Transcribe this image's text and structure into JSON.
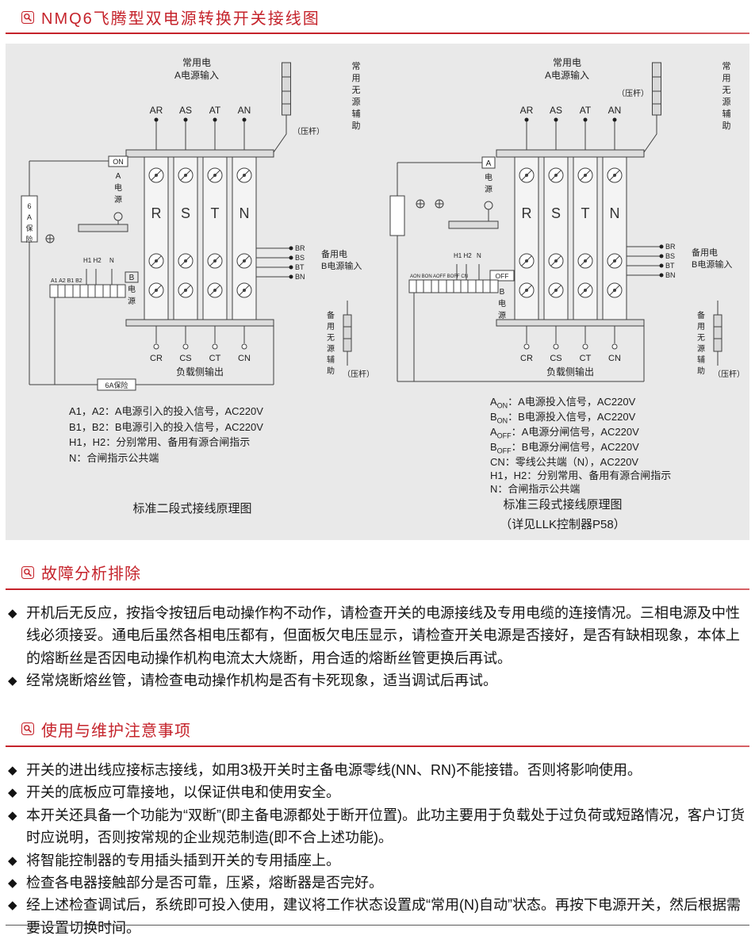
{
  "page_title": "NMQ6飞腾型双电源转换开关接线图",
  "bullet": "◆",
  "diagrams": {
    "left": {
      "source_label": [
        "常用电",
        "A电源输入"
      ],
      "top_terminals": [
        "AR",
        "AS",
        "AT",
        "AN"
      ],
      "phases": [
        "R",
        "S",
        "T",
        "N"
      ],
      "load_terminals": [
        "CR",
        "CS",
        "CT",
        "CN"
      ],
      "backup_terminals": [
        "BR",
        "BS",
        "BT",
        "BN"
      ],
      "backup_label": [
        "备用电",
        "B电源输入"
      ],
      "aux_top": "常用无源辅助",
      "aux_bottom": "备用无源辅助",
      "pressure": "（压杆）",
      "fuse": "6A保险",
      "on_label": "ON",
      "a_power": "A电源",
      "b_power": "B电源",
      "h_label": "H1 H2",
      "n_label": "N",
      "strip_label": "A1 A2 B1 B2",
      "load_label": "负载侧输出",
      "notes": [
        {
          "pre": "A1，A2",
          "sub": "",
          "rest": "：A电源引入的投入信号，AC220V"
        },
        {
          "pre": "B1，B2",
          "sub": "",
          "rest": "：B电源引入的投入信号，AC220V"
        },
        {
          "pre": "H1，H2",
          "sub": "",
          "rest": "：分别常用、备用有源合闸指示"
        },
        {
          "pre": "N",
          "sub": "",
          "rest": "：合闸指示公共端"
        }
      ],
      "caption": "标准二段式接线原理图"
    },
    "right": {
      "source_label": [
        "常用电",
        "A电源输入"
      ],
      "top_terminals": [
        "AR",
        "AS",
        "AT",
        "AN"
      ],
      "phases": [
        "R",
        "S",
        "T",
        "N"
      ],
      "load_terminals": [
        "CR",
        "CS",
        "CT",
        "CN"
      ],
      "backup_terminals": [
        "BR",
        "BS",
        "BT",
        "BN"
      ],
      "backup_label": [
        "备用电",
        "B电源输入"
      ],
      "aux_top": "常用无源辅助",
      "aux_bottom": "备用无源辅助",
      "pressure": "（压杆）",
      "a_label": "A",
      "a_power": "电源",
      "off_label": "OFF",
      "b_power": "B电源",
      "h_label": "H1 H2",
      "n_label": "N",
      "strip_label": "AON BON AOFF BOFF CN",
      "load_label": "负载侧输出",
      "notes": [
        {
          "pre": "A",
          "sub": "ON",
          "rest": "：A电源投入信号，AC220V"
        },
        {
          "pre": "B",
          "sub": "ON",
          "rest": "：B电源投入信号，AC220V"
        },
        {
          "pre": "A",
          "sub": "OFF",
          "rest": "：A电源分闸信号，AC220V"
        },
        {
          "pre": "B",
          "sub": "OFF",
          "rest": "：B电源分闸信号，AC220V"
        },
        {
          "pre": "CN",
          "sub": "",
          "rest": "：零线公共端（N），AC220V"
        },
        {
          "pre": "H1，H2",
          "sub": "",
          "rest": "：分别常用、备用有源合闸指示"
        },
        {
          "pre": "N",
          "sub": "",
          "rest": "：合闸指示公共端"
        }
      ],
      "caption": "标准三段式接线原理图",
      "caption_sub": "（详见LLK控制器P58）"
    }
  },
  "sections": [
    {
      "title": "故障分析排除",
      "items": [
        "开机后无反应，按指令按钮后电动操作构不动作，请检查开关的电源接线及专用电缆的连接情况。三相电源及中性线必须接妥。通电后虽然各相电压都有，但面板欠电压显示，请检查开关电源是否接好，是否有缺相现象，本体上的熔断丝是否因电动操作机构电流太大烧断，用合适的熔断丝管更换后再试。",
        "经常烧断熔丝管，请检查电动操作机构是否有卡死现象，适当调试后再试。"
      ]
    },
    {
      "title": "使用与维护注意事项",
      "items": [
        "开关的进出线应接标志接线，如用3极开关时主备电源零线(NN、RN)不能接错。否则将影响使用。",
        "开关的底板应可靠接地，以保证供电和使用安全。",
        "本开关还具备一个功能为“双断”(即主备电源都处于断开位置)。此功主要用于负载处于过负荷或短路情况，客户订货时应说明，否则按常规的企业规范制造(即不合上述功能)。",
        "将智能控制器的专用插头插到开关的专用插座上。",
        "检查各电器接触部分是否可靠，压紧，熔断器是否完好。",
        "经上述检查调试后，系统即可投入使用，建议将工作状态设置成“常用(N)自动”状态。再按下电源开关，然后根据需要设置切换时间。"
      ]
    }
  ]
}
